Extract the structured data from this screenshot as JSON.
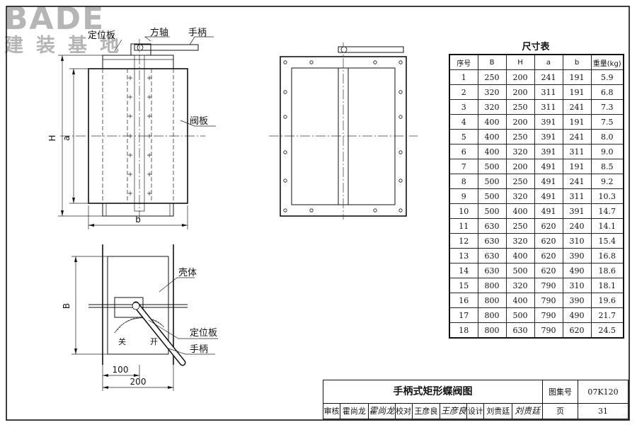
{
  "watermark": {
    "brand": "BADE",
    "subtitle": "建装基地"
  },
  "labels": {
    "positioning_plate_top": "定位板",
    "square_shaft": "方轴",
    "handle_top": "手柄",
    "valve_plate": "阀板",
    "shell": "壳体",
    "positioning_plate_bottom": "定位板",
    "handle_bottom": "手柄",
    "close": "关",
    "open": "开",
    "dim_H": "H",
    "dim_a": "a",
    "dim_b": "b",
    "dim_B": "B",
    "dim_100": "100",
    "dim_200": "200"
  },
  "table": {
    "title": "尺寸表",
    "headers": [
      "序号",
      "B",
      "H",
      "a",
      "b",
      "重量(kg)"
    ],
    "rows": [
      [
        "1",
        "250",
        "200",
        "241",
        "191",
        "5.9"
      ],
      [
        "2",
        "320",
        "200",
        "311",
        "191",
        "6.8"
      ],
      [
        "3",
        "320",
        "250",
        "311",
        "241",
        "7.3"
      ],
      [
        "4",
        "400",
        "200",
        "391",
        "191",
        "7.5"
      ],
      [
        "5",
        "400",
        "250",
        "391",
        "241",
        "8.0"
      ],
      [
        "6",
        "400",
        "320",
        "391",
        "311",
        "9.0"
      ],
      [
        "7",
        "500",
        "200",
        "491",
        "191",
        "8.5"
      ],
      [
        "8",
        "500",
        "250",
        "491",
        "241",
        "9.2"
      ],
      [
        "9",
        "500",
        "320",
        "491",
        "311",
        "10.3"
      ],
      [
        "10",
        "500",
        "400",
        "491",
        "391",
        "14.7"
      ],
      [
        "11",
        "630",
        "250",
        "620",
        "240",
        "14.1"
      ],
      [
        "12",
        "630",
        "320",
        "620",
        "310",
        "15.4"
      ],
      [
        "13",
        "630",
        "400",
        "620",
        "390",
        "16.8"
      ],
      [
        "14",
        "630",
        "500",
        "620",
        "490",
        "18.6"
      ],
      [
        "15",
        "800",
        "320",
        "790",
        "310",
        "18.1"
      ],
      [
        "16",
        "800",
        "400",
        "790",
        "390",
        "19.6"
      ],
      [
        "17",
        "800",
        "500",
        "790",
        "490",
        "21.7"
      ],
      [
        "18",
        "800",
        "630",
        "790",
        "620",
        "24.5"
      ]
    ]
  },
  "title_block": {
    "title": "手柄式矩形蝶阀图",
    "atlas_label": "图集号",
    "atlas_no": "07K120",
    "review_label": "审核",
    "reviewer": "霍尚龙",
    "reviewer_sig": "霍尚龙",
    "check_label": "校对",
    "checker": "王彦良",
    "checker_sig": "王彦良",
    "design_label": "设计",
    "designer": "刘贵廷",
    "designer_sig": "刘贵廷",
    "page_label": "页",
    "page_no": "31"
  }
}
